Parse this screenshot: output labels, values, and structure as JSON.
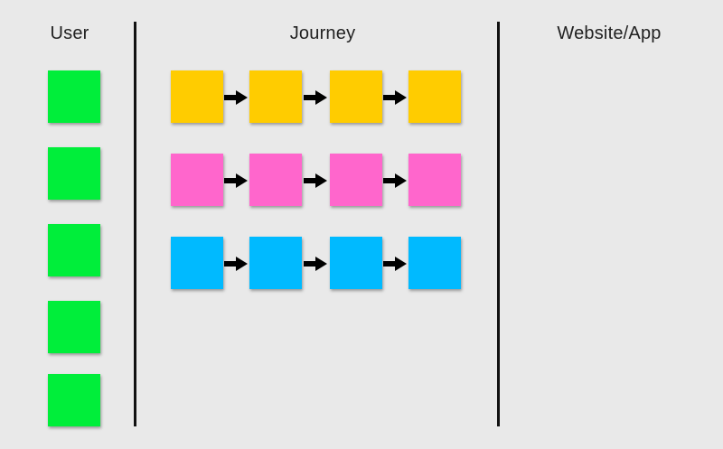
{
  "headings": {
    "user": "User",
    "journey": "Journey",
    "website_app": "Website/App"
  },
  "colors": {
    "background": "#e9e9e9",
    "user_note": "#00ee3a",
    "journey_row_1": "#ffcc00",
    "journey_row_2": "#ff66cc",
    "journey_row_3": "#00baff",
    "divider": "#111111"
  },
  "user_notes_count": 5,
  "journey_rows": [
    {
      "color_key": "journey_row_1",
      "notes": 4
    },
    {
      "color_key": "journey_row_2",
      "notes": 4
    },
    {
      "color_key": "journey_row_3",
      "notes": 4
    }
  ]
}
